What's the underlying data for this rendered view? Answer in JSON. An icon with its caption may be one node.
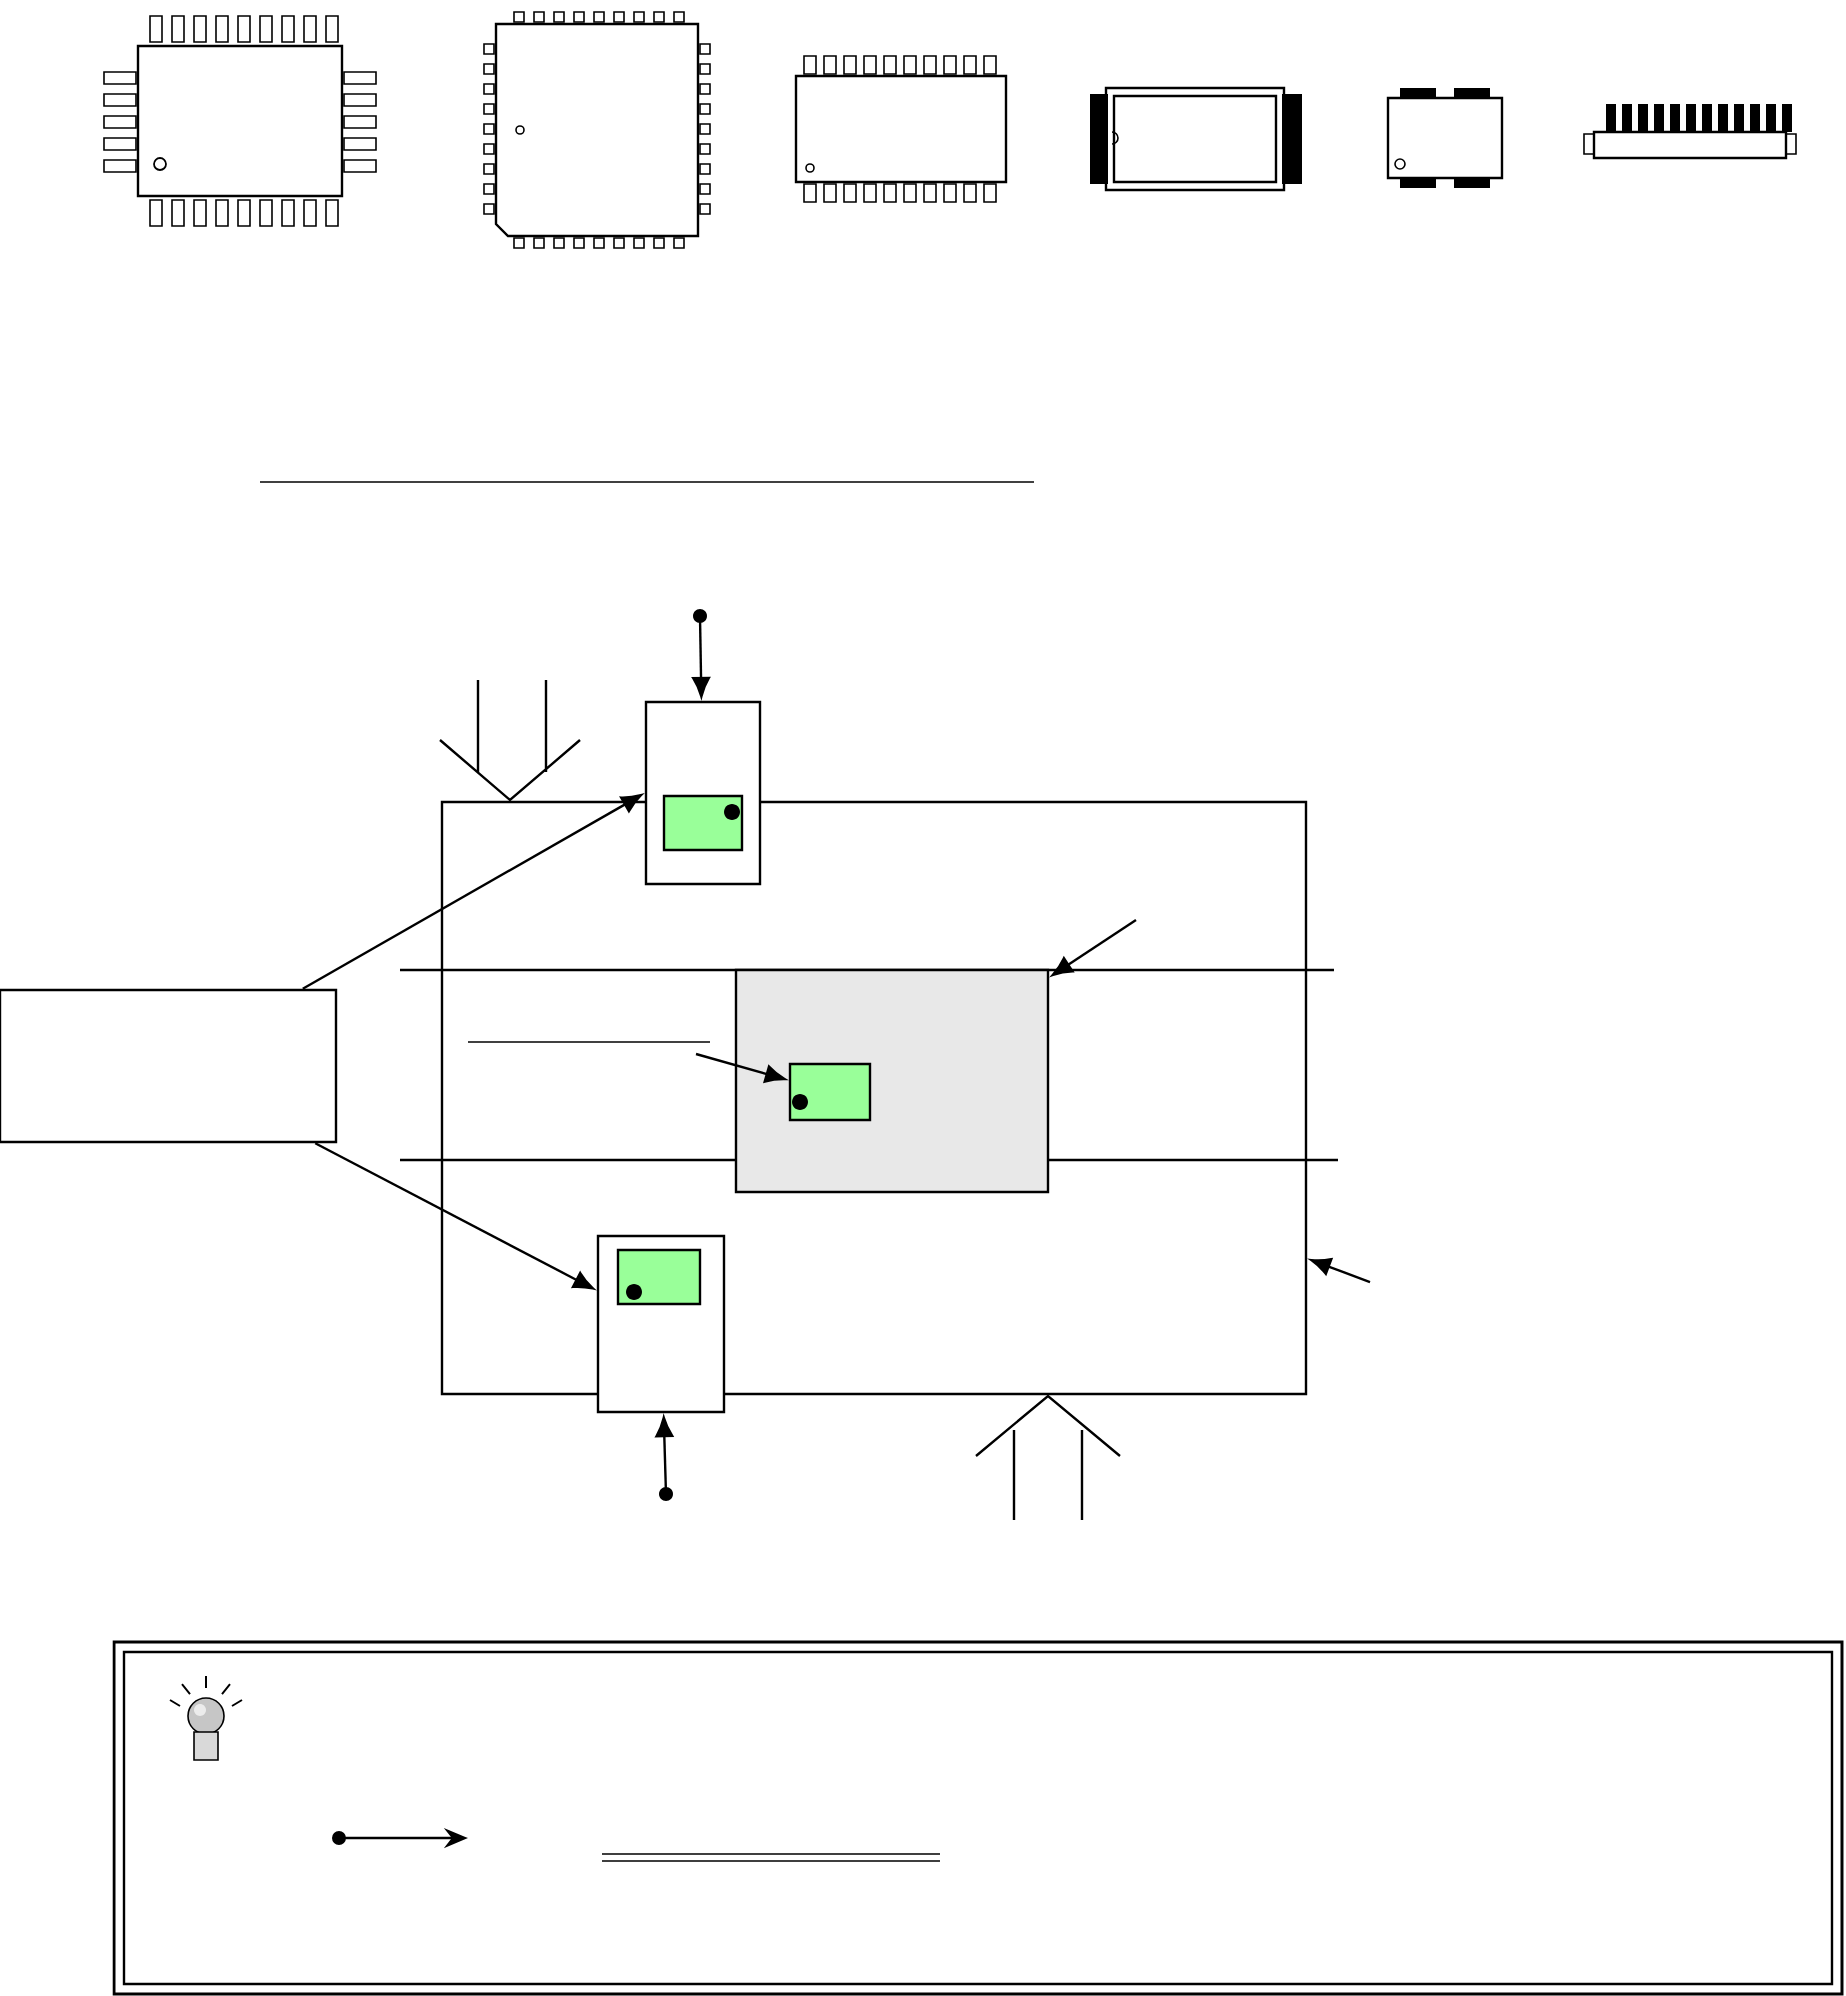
{
  "diagram": {
    "nodes": [
      {
        "text": [],
        "shape": "box"
      },
      {
        "text": [],
        "shape": "box"
      },
      {
        "text": [],
        "shape": "box",
        "in": 1
      },
      {
        "text": [],
        "shape": "box"
      },
      {
        "text": [],
        "shape": "box",
        "in": 3
      },
      {
        "text": [],
        "shape": "box",
        "in": 4
      },
      {
        "text": [],
        "shape": "box"
      },
      {
        "text": [],
        "shape": "box",
        "in": 6
      }
    ],
    "edges": [
      {
        "from": 0,
        "to": 1,
        "arrow": "to"
      },
      {
        "from": 0,
        "to": 6,
        "arrow": "to"
      },
      {
        "from": null,
        "to": 1,
        "arrow": "to"
      },
      {
        "from": null,
        "to": 6,
        "arrow": "to"
      },
      {
        "from": null,
        "to": 4,
        "arrow": "to"
      },
      {
        "from": null,
        "to": 5,
        "arrow": "to"
      },
      {
        "from": null,
        "to": 3,
        "arrow": "to"
      }
    ]
  }
}
